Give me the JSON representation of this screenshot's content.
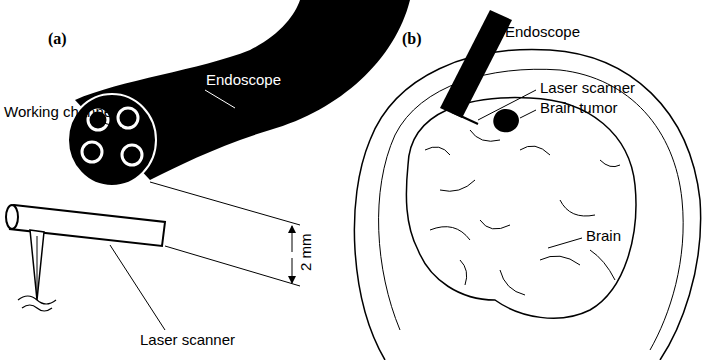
{
  "diagram": {
    "labels": [
      "(a)",
      "Endoscope",
      "Working channel",
      "Laser scanner",
      "2 mm",
      "(b)",
      "Endoscope",
      "Laser scanner",
      "Brain tumor",
      "Brain"
    ]
  }
}
